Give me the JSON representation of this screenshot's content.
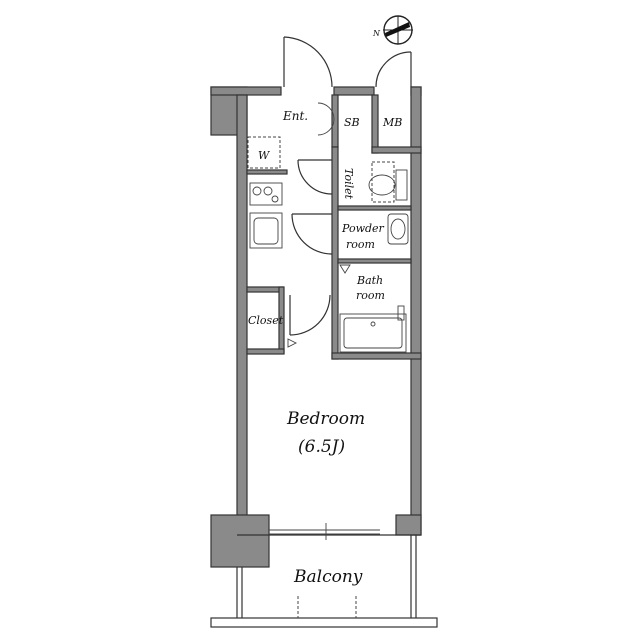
{
  "rooms": {
    "entrance": "Ent.",
    "shoe_box": "SB",
    "meter_box": "MB",
    "washer": "W",
    "toilet": "Toilet",
    "powder_room_line1": "Powder",
    "powder_room_line2": "room",
    "bath_room_line1": "Bath",
    "bath_room_line2": "room",
    "closet": "Closet",
    "bedroom": "Bedroom",
    "bedroom_size": "(6.5J)",
    "balcony": "Balcony"
  },
  "compass": {
    "label": "N"
  }
}
